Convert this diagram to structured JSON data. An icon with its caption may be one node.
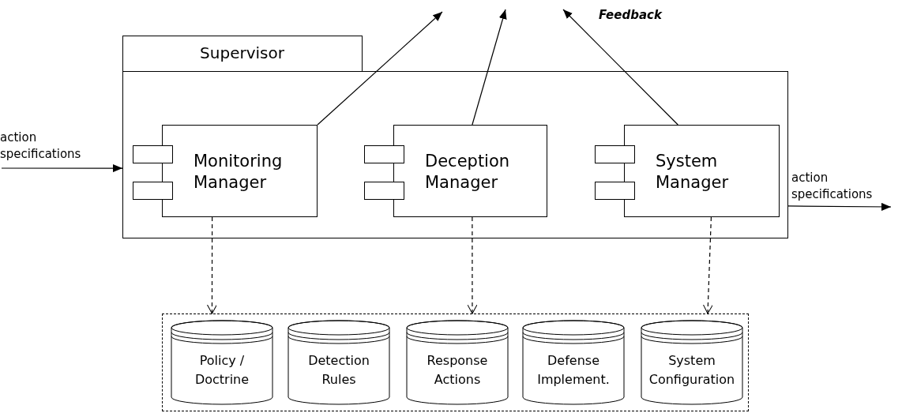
{
  "diagram": {
    "nodes": [
      {
        "text": [
          "Supervisor"
        ]
      },
      {
        "text": [
          "Monitoring Manager"
        ],
        "in": 0
      },
      {
        "text": [
          "Deception Manager"
        ],
        "in": 0
      },
      {
        "text": [
          "System Manager"
        ],
        "in": 0
      },
      {
        "text": [],
        "shape": "box"
      },
      {
        "text": [
          "Policy / Doctrine"
        ],
        "in": 4
      },
      {
        "text": [
          "Detection Rules"
        ],
        "in": 4
      },
      {
        "text": [
          "Response Actions"
        ],
        "in": 4
      },
      {
        "text": [
          "Defense Implement."
        ],
        "in": 4
      },
      {
        "text": [
          "System Configuration"
        ],
        "in": 4
      }
    ],
    "edges": [
      {
        "from": null,
        "to": 0,
        "arrow": "to",
        "label": "action specifications"
      },
      {
        "from": 0,
        "to": null,
        "arrow": "to",
        "label": "action specifications"
      },
      {
        "from": 1,
        "to": null,
        "arrow": "to"
      },
      {
        "from": 2,
        "to": null,
        "arrow": "to"
      },
      {
        "from": 3,
        "to": null,
        "arrow": "to"
      },
      {
        "from": 1,
        "to": 4,
        "arrow": "to",
        "style": "dashed"
      },
      {
        "from": 2,
        "to": 4,
        "arrow": "to",
        "style": "dashed"
      },
      {
        "from": 3,
        "to": 4,
        "arrow": "to",
        "style": "dashed"
      }
    ],
    "labels": [
      "Feedback"
    ]
  }
}
